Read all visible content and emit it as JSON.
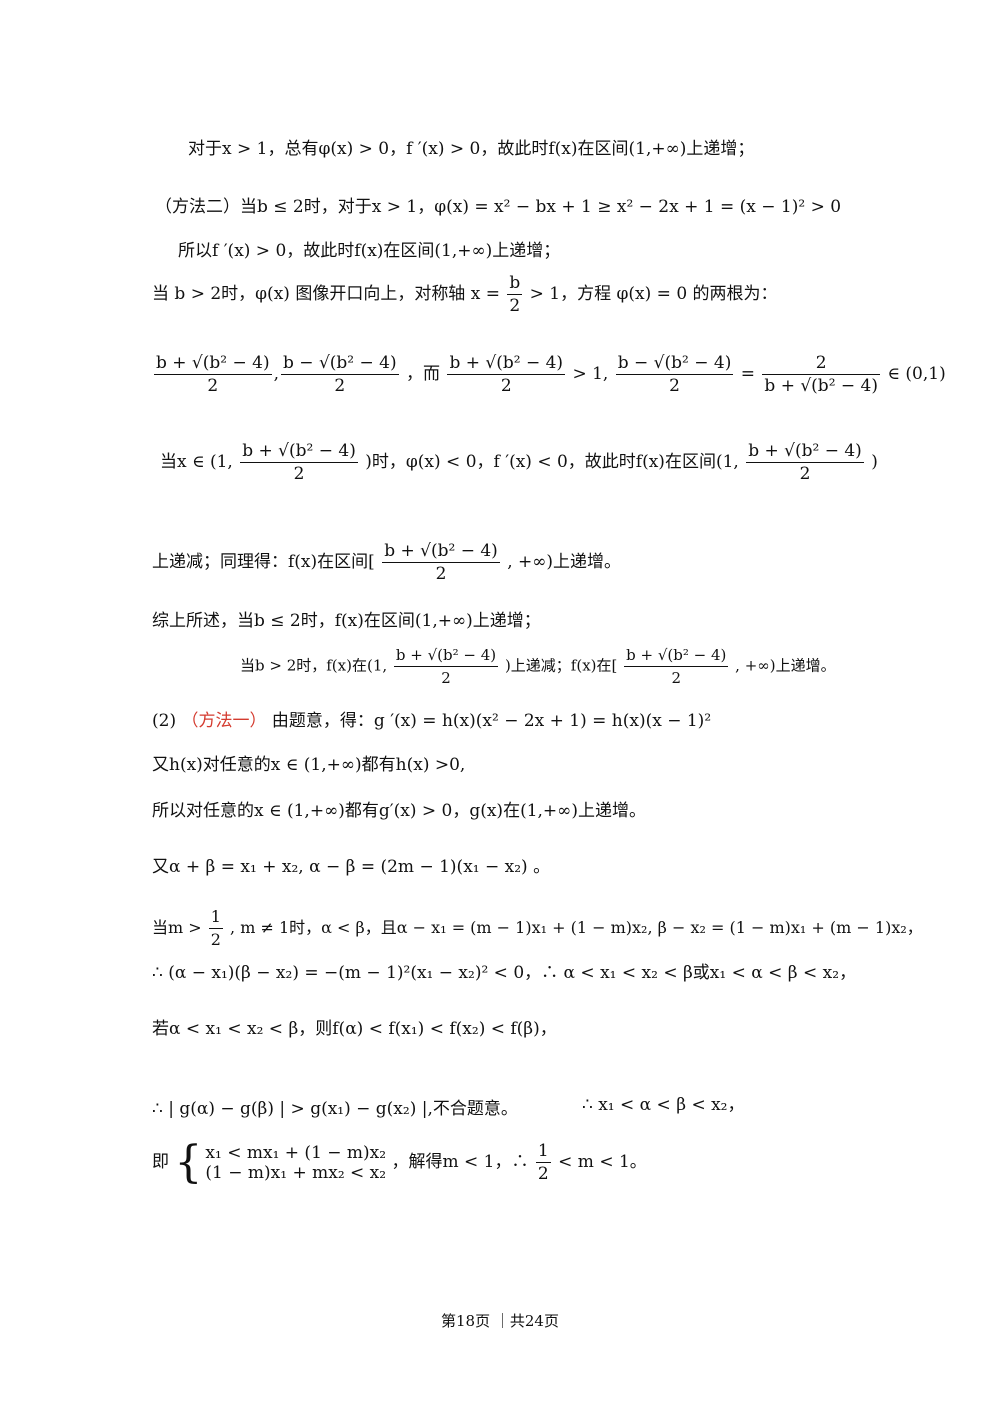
{
  "lines": {
    "l1": "对于x > 1，总有φ(x) > 0，f ′(x) > 0，故此时f(x)在区间(1,+∞)上递增；",
    "l2": "（方法二）当b ≤ 2时，对于x > 1，φ(x) = x² − bx + 1 ≥ x² − 2x + 1 = (x − 1)² > 0",
    "l3": "所以f ′(x) > 0，故此时f(x)在区间(1,+∞)上递增；",
    "l4_pre": "当 b > 2时，φ(x) 图像开口向上，对称轴 x =",
    "l4_num": "b",
    "l4_den": "2",
    "l4_post": "> 1，方程 φ(x) = 0 的两根为：",
    "l5_f1_num": "b + √(b² − 4)",
    "l5_f1_den": "2",
    "l5_comma": ",",
    "l5_f2_num": "b − √(b² − 4)",
    "l5_f2_den": "2",
    "l5_mid": "，而",
    "l5_f3_num": "b + √(b² − 4)",
    "l5_f3_den": "2",
    "l5_gt": "> 1,",
    "l5_f4_num": "b − √(b² − 4)",
    "l5_f4_den": "2",
    "l5_eq": "=",
    "l5_f5_num": "2",
    "l5_f5_den": "b + √(b² − 4)",
    "l5_end": "∈ (0,1)",
    "l6_pre": "当x ∈ (1,",
    "l6_f1_num": "b + √(b² − 4)",
    "l6_f1_den": "2",
    "l6_mid": ")时，φ(x) < 0，f ′(x) < 0，故此时f(x)在区间(1,",
    "l6_f2_num": "b + √(b² − 4)",
    "l6_f2_den": "2",
    "l6_end": ")",
    "l7_pre": "上递减；同理得：f(x)在区间[",
    "l7_num": "b + √(b² − 4)",
    "l7_den": "2",
    "l7_post": ", +∞)上递增。",
    "l8": "综上所述，当b ≤ 2时，f(x)在区间(1,+∞)上递增；",
    "l9_pre": "当b > 2时，f(x)在(1,",
    "l9_f1_num": "b + √(b² − 4)",
    "l9_f1_den": "2",
    "l9_mid": ")上递减；f(x)在[",
    "l9_f2_num": "b + √(b² − 4)",
    "l9_f2_den": "2",
    "l9_end": ", +∞)上递增。",
    "l10_pre": "(2)",
    "l10_red": "（方法一）",
    "l10_post": "由题意，得：g ′(x) = h(x)(x² − 2x + 1) = h(x)(x − 1)²",
    "l11": "又h(x)对任意的x ∈ (1,+∞)都有h(x) >0,",
    "l12": "所以对任意的x ∈ (1,+∞)都有g′(x) > 0，g(x)在(1,+∞)上递增。",
    "l13": "又α + β = x₁ + x₂, α − β = (2m − 1)(x₁ − x₂) 。",
    "l14_pre": "当m >",
    "l14_num": "1",
    "l14_den": "2",
    "l14_post": ", m ≠ 1时，α < β，且α − x₁ = (m − 1)x₁ + (1 − m)x₂, β − x₂ = (1 − m)x₁ + (m − 1)x₂，",
    "l15": "∴ (α − x₁)(β − x₂) = −(m − 1)²(x₁ − x₂)² < 0，∴ α < x₁ < x₂ < β或x₁ < α < β < x₂，",
    "l16": "若α < x₁ < x₂ < β，则f(α) < f(x₁) < f(x₂) < f(β)，",
    "l17a": "∴ | g(α) − g(β) | > g(x₁) − g(x₂) |,不合题意。",
    "l17b": "∴ x₁ < α < β < x₂，",
    "l18_pre": "即",
    "l18_brace": "{",
    "l18_r1": "x₁ < mx₁ + (1 − m)x₂",
    "l18_r2": "(1 − m)x₁ + mx₂ < x₂",
    "l18_mid": "，解得m < 1，∴",
    "l18_num": "1",
    "l18_den": "2",
    "l18_post": "< m < 1。"
  },
  "footer": "第18页 ｜共24页"
}
